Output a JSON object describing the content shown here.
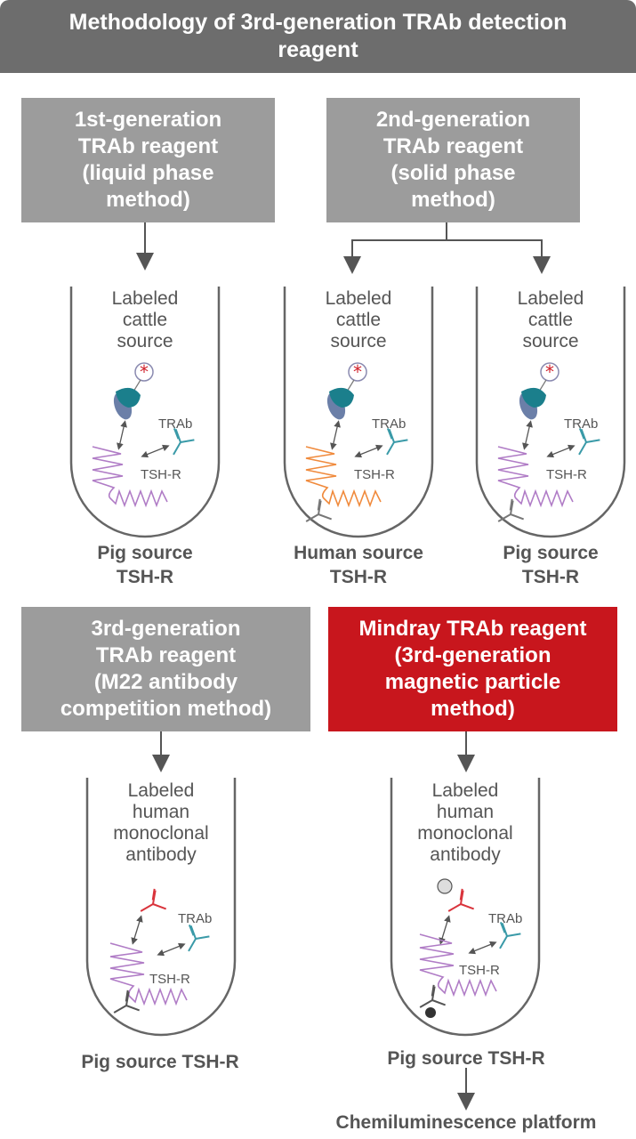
{
  "header": {
    "title": "Methodology of 3rd-generation TRAb detection reagent"
  },
  "colors": {
    "header_bg": "#6d6d6d",
    "box_gray": "#9c9c9c",
    "box_red": "#c8161d",
    "receptor_pig": "#b07cc6",
    "receptor_human": "#f08a3c",
    "trab": "#3a9aa8",
    "m22": "#d9343c",
    "cattle_protein": "#1b7f8c"
  },
  "boxes": {
    "gen1": "1st-generation\nTRAb reagent\n(liquid phase\nmethod)",
    "gen2": "2nd-generation\nTRAb reagent\n(solid phase\nmethod)",
    "gen3": "3rd-generation\nTRAb reagent\n(M22 antibody\ncompetition method)",
    "mindray": "Mindray TRAb reagent\n(3rd-generation\nmagnetic particle\nmethod)"
  },
  "tubes": [
    {
      "label": "Labeled\ncattle\nsource",
      "trab": "TRAb",
      "receptor": "TSH-R",
      "source": "Pig source\nTSH-R"
    },
    {
      "label": "Labeled\ncattle\nsource",
      "trab": "TRAb",
      "receptor": "TSH-R",
      "source": "Human source\nTSH-R"
    },
    {
      "label": "Labeled\ncattle\nsource",
      "trab": "TRAb",
      "receptor": "TSH-R",
      "source": "Pig source\nTSH-R"
    },
    {
      "label": "Labeled\nhuman\nmonoclonal\nantibody",
      "trab": "TRAb",
      "receptor": "TSH-R",
      "source": "Pig source TSH-R"
    },
    {
      "label": "Labeled\nhuman\nmonoclonal\nantibody",
      "trab": "TRAb",
      "receptor": "TSH-R",
      "source": "Pig source TSH-R"
    }
  ],
  "platform": "Chemiluminescence platform"
}
